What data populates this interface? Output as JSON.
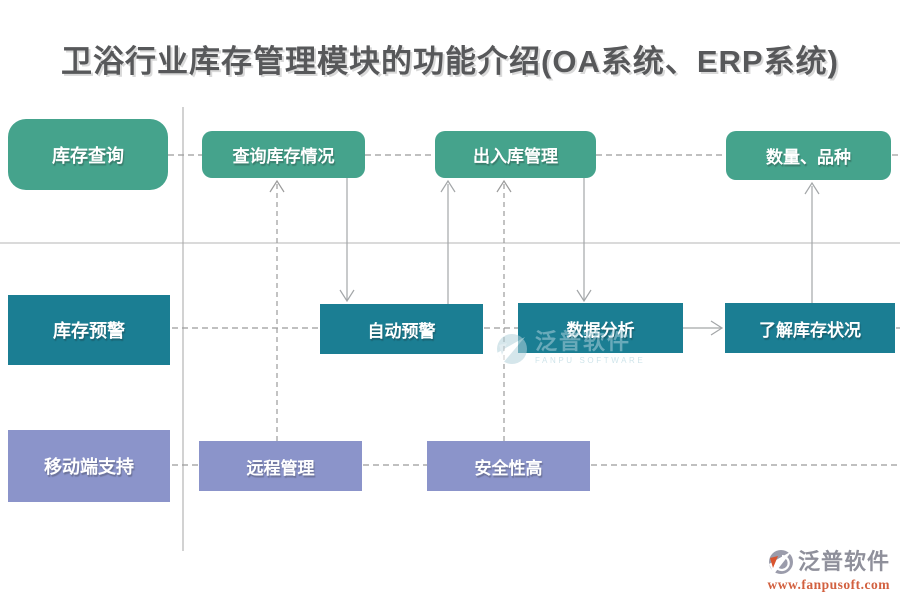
{
  "title": "卫浴行业库存管理模块的功能介绍(OA系统、ERP系统)",
  "rows": [
    {
      "label": "库存查询",
      "boxes": [
        "查询库存情况",
        "出入库管理",
        "数量、品种"
      ]
    },
    {
      "label": "库存预警",
      "boxes": [
        "自动预警",
        "数据分析",
        "了解库存状况"
      ]
    },
    {
      "label": "移动端支持",
      "boxes": [
        "远程管理",
        "安全性高"
      ]
    }
  ],
  "watermark": {
    "name": "泛普软件",
    "caption": "FANPU SOFTWARE"
  },
  "footer": {
    "brand": "泛普软件",
    "url": "www.fanpusoft.com"
  },
  "colors": {
    "row1_green": "#45a38c",
    "row2_teal": "#1b7e93",
    "row3_purple": "#8b94ca",
    "title_gray": "#57585a",
    "connector_gray": "#a3a6a8",
    "url_orange": "#d2603f"
  }
}
